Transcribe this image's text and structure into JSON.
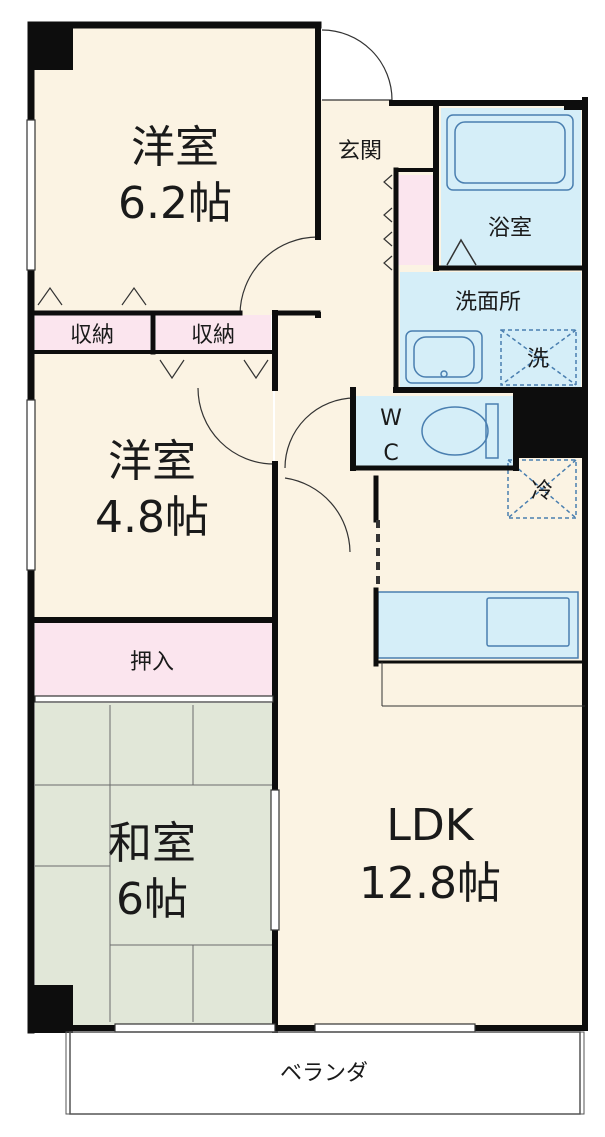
{
  "floor_plan": {
    "rooms": {
      "western_room_large": {
        "name": "洋室",
        "size": "6.2帖"
      },
      "western_room_small": {
        "name": "洋室",
        "size": "4.8帖"
      },
      "japanese_room": {
        "name": "和室",
        "size": "6帖"
      },
      "ldk": {
        "name": "LDK",
        "size": "12.8帖"
      },
      "entrance": {
        "name": "玄関"
      },
      "bathroom": {
        "name": "浴室"
      },
      "washroom": {
        "name": "洗面所"
      },
      "toilet": {
        "line1": "W",
        "line2": "C"
      },
      "closet_1": {
        "name": "収納"
      },
      "closet_2": {
        "name": "収納"
      },
      "futon_closet": {
        "name": "押入"
      },
      "veranda": {
        "name": "ベランダ"
      }
    },
    "fixtures": {
      "washing_machine": "洗",
      "refrigerator": "冷"
    },
    "colors": {
      "wall": "#0d0d0d",
      "floor": "#fbf3e3",
      "storage": "#fbe5ee",
      "tatami": "#e1e7d8",
      "water": "#d5eef8",
      "fixture_border": "#4a7fb0"
    }
  }
}
